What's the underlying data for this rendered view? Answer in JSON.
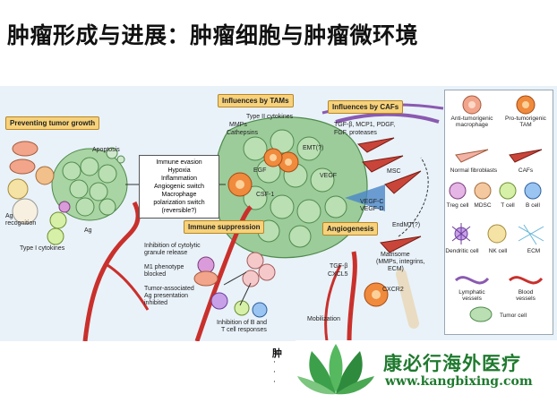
{
  "page_title": "肿瘤形成与进展：肿瘤细胞与肿瘤微环境",
  "diagram": {
    "section_labels": {
      "preventing": "Preventing tumor growth",
      "tams": "Influences by TAMs",
      "cafs": "Influences by CAFs",
      "immune_suppression": "Immune suppression",
      "angiogenesis": "Angiogenesis"
    },
    "center_box_lines": [
      "Immune evasion",
      "Hypoxia",
      "Inflammation",
      "Angiogenic switch",
      "Macrophage",
      "polarization switch",
      "(reversible?)"
    ],
    "labels": {
      "apoptosis": "Apoptosis",
      "ag_recognition_1": "Ag",
      "ag_recognition_2": "recognition",
      "ag": "Ag",
      "type1_cytokines": "Type I cytokines",
      "type2_cytokines": "Type II cytokines",
      "mmps": "MMPs",
      "cathepsins": "Cathepsins",
      "egf": "EGF",
      "csf1": "CSF-1",
      "emt": "EMT(?)",
      "tgfb_list": "TGF-β, MCP1, PDGF,",
      "fgf_list": "FGF, proteases",
      "vegf": "VEGF",
      "msc": "MSC",
      "vegfc": "VEGF-C",
      "vegfd": "VEGF-D",
      "endmt": "EndMT(?)",
      "matrisome_1": "Matrisome",
      "matrisome_2": "(MMPs, integrins,",
      "matrisome_3": "ECM)",
      "tgfb": "TGF-β",
      "cxcl5": "CXCL5",
      "cxcr2": "CXCR2",
      "mobilization": "Mobilization",
      "inhib_cytolytic_1": "Inhibition of cytolytic",
      "inhib_cytolytic_2": "granule release",
      "m1_1": "M1 phenotype",
      "m1_2": "blocked",
      "tumor_ag_1": "Tumor-associated",
      "tumor_ag_2": "Ag presentation",
      "tumor_ag_3": "inhibited",
      "inhib_bt_1": "Inhibition of B and",
      "inhib_bt_2": "T cell responses"
    },
    "legend": {
      "anti_tam_1": "Anti-tumorigenic",
      "anti_tam_2": "macrophage",
      "pro_tam_1": "Pro-tumorigenic",
      "pro_tam_2": "TAM",
      "normal_fib": "Normal fibroblasts",
      "cafs": "CAFs",
      "treg": "Treg cell",
      "mdsc": "MDSC",
      "tcell": "T cell",
      "bcell": "B cell",
      "dendritic": "Dendritic cell",
      "nk": "NK cell",
      "ecm": "ECM",
      "lymph_1": "Lymphatic",
      "lymph_2": "vessels",
      "blood_1": "Blood",
      "blood_2": "vessels",
      "tumor": "Tumor cell"
    }
  },
  "bottom_text": "肿",
  "bullets": [
    "·",
    "·",
    "·"
  ],
  "watermark": {
    "name": "康必行海外医疗",
    "url": "www.kangbixing.com"
  },
  "colors": {
    "tumor_green": "#9ccc9a",
    "vessel_red": "#c9302c",
    "box_orange": "#f7d27a",
    "logo_green": "#1f7a2e"
  }
}
